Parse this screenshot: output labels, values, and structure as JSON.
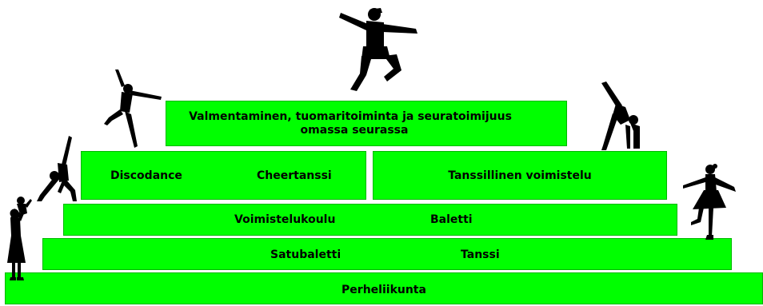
{
  "colors": {
    "block_fill": "#00ff00",
    "silhouette": "#000000",
    "background": "#ffffff"
  },
  "tiers": {
    "base": {
      "label": "Perheliikunta"
    },
    "tier2": {
      "left_label": "Satubaletti",
      "right_label": "Tanssi"
    },
    "tier3": {
      "left_label": "Voimistelukoulu",
      "right_label": "Baletti"
    },
    "tier4": {
      "left_block": {
        "label1": "Discodance",
        "label2": "Cheertanssi"
      },
      "right_block": {
        "label": "Tanssillinen voimistelu"
      }
    },
    "top": {
      "line1": "Valmentaminen, tuomaritoiminta ja  seuratoimijuus",
      "line2": "omassa seurassa"
    }
  },
  "figures": [
    {
      "name": "parent-with-child-icon"
    },
    {
      "name": "cartwheel-dancer-icon"
    },
    {
      "name": "leaping-dancer-icon"
    },
    {
      "name": "jumping-dancer-icon"
    },
    {
      "name": "backbend-dancer-icon"
    },
    {
      "name": "ballet-girl-icon"
    }
  ]
}
